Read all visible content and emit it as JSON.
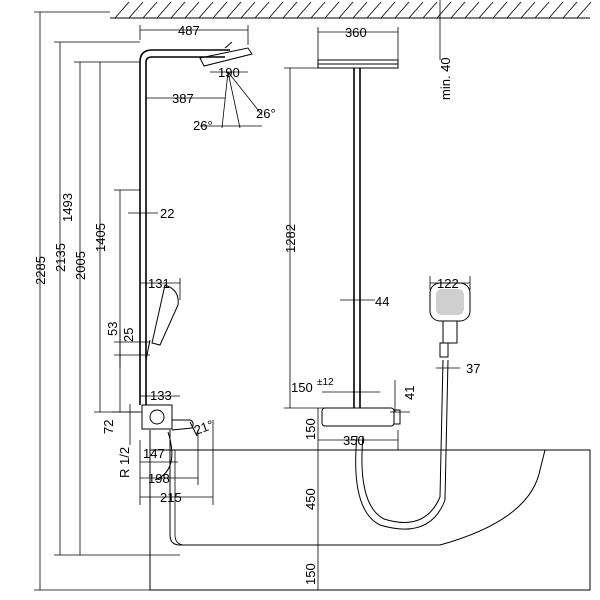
{
  "dimensions": {
    "head_reach": "487",
    "head_width_raindance": "360",
    "min_ceiling_gap": "min. 40",
    "head_diameter": "190",
    "arm_reach": "387",
    "angle_left": "26°",
    "angle_right": "26°",
    "wall_gap": "22",
    "overall_height": "2285",
    "height_2135": "2135",
    "height_2005": "2005",
    "height_1493": "1493",
    "height_1405": "1405",
    "riser_length": "1282",
    "hand_shower_width": "131",
    "pipe_width": "44",
    "handheld_width": "122",
    "dim_53": "53",
    "dim_25": "25",
    "hose_holder": "37",
    "valve_width": "133",
    "thermostat_tolerance": "150",
    "tolerance_sup": "±12",
    "thermostat_height": "41",
    "dim_72": "72",
    "connection": "R 1/2",
    "spout_angle": "21°",
    "thermostat_projection": "150",
    "thermostat_width": "350",
    "spout_147": "147",
    "spout_198": "198",
    "spout_215": "215",
    "tub_height": "450",
    "floor_gap": "150"
  }
}
